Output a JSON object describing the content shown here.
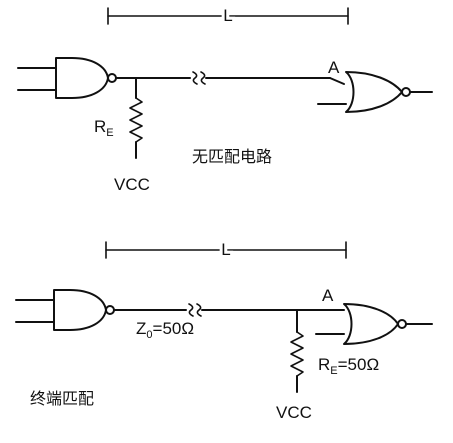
{
  "top_circuit": {
    "length_label": "L",
    "node_label": "A",
    "resistor_label_main": "R",
    "resistor_label_sub": "E",
    "supply_label": "VCC",
    "caption": "无匹配电路"
  },
  "bottom_circuit": {
    "length_label": "L",
    "node_label": "A",
    "impedance_label_main": "Z",
    "impedance_label_sub": "0",
    "impedance_label_value": "=50Ω",
    "resistor_label_main": "R",
    "resistor_label_sub": "E",
    "resistor_label_value": "=50Ω",
    "supply_label": "VCC",
    "caption": "终端匹配"
  }
}
